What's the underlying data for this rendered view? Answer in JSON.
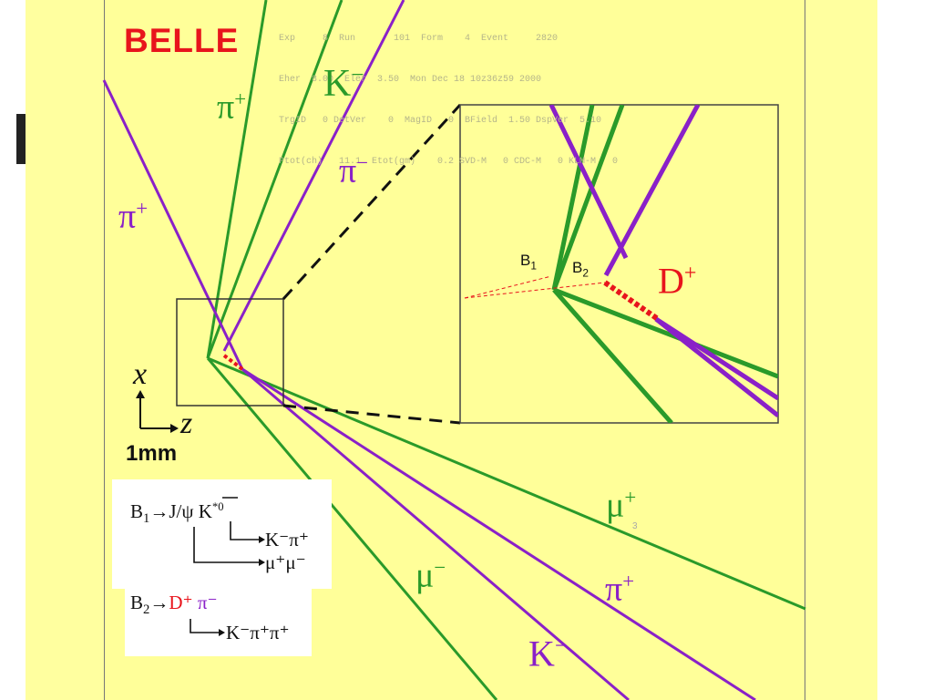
{
  "logo": "BELLE",
  "header_lines": [
    "Exp     8  Run       101  Form    4  Event     2820",
    "Eher  8.00  Eler  3.50  Mon Dec 18 10z36z59 2000",
    "TrgID   0 DetVer    0  MagID   0  BField  1.50 DspVer  5.10",
    "Ptot(ch)   11.1  Etot(gm)    0.2 SVD-M   0 CDC-M   0 KLM-M   0"
  ],
  "track_labels": {
    "pi_plus_top": {
      "base": "π",
      "charge": "+"
    },
    "k_minus_top": {
      "base": "K",
      "charge": "−"
    },
    "pi_minus_top": {
      "base": "π",
      "charge": "−"
    },
    "pi_plus_left": {
      "base": "π",
      "charge": "+"
    },
    "mu_plus": {
      "base": "μ",
      "charge": "+"
    },
    "mu_minus": {
      "base": "μ",
      "charge": "−"
    },
    "pi_plus_bottom": {
      "base": "π",
      "charge": "+"
    },
    "k_minus_bottom": {
      "base": "K",
      "charge": "−"
    }
  },
  "inset": {
    "b1": {
      "base": "B",
      "index": "1"
    },
    "b2": {
      "base": "B",
      "index": "2"
    },
    "d_plus": {
      "base": "D",
      "charge": "+"
    }
  },
  "axes": {
    "x": "x",
    "z": "z",
    "scale": "1mm"
  },
  "decay_box": {
    "line1_pre": "B",
    "line1_idx": "1",
    "line1_mid": "→J/ψ ",
    "line1_kbar": "K",
    "line1_star": "*0",
    "line2": "K⁻π⁺",
    "line3": "μ⁺μ⁻",
    "line4_pre": "B",
    "line4_idx": "2",
    "line4_arrow": "→",
    "line4_d": "D⁺",
    "line4_pi": " π⁻",
    "line5": "K⁻π⁺π⁺"
  },
  "tiny_marks": {
    "a": "3"
  },
  "colors": {
    "green": "#2a9a2a",
    "purple": "#8a20c8",
    "red": "#e8141c",
    "panel": "#ffff99"
  }
}
